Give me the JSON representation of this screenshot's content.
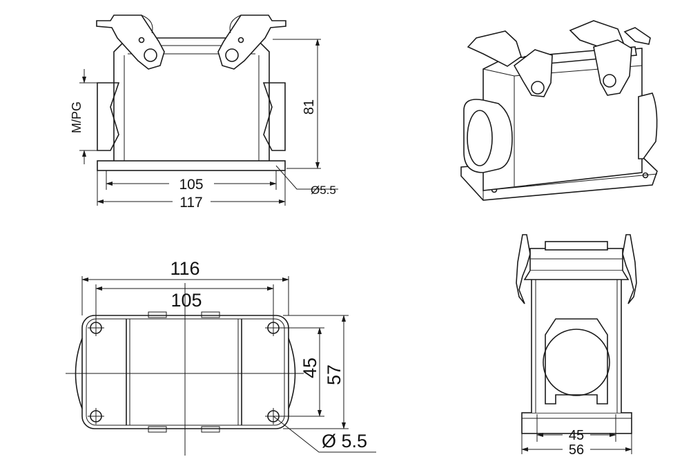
{
  "front_view": {
    "dim_height": "81",
    "dim_inner_width": "105",
    "dim_outer_width": "117",
    "hole_label": "Ø5.5",
    "thread_label": "M/PG"
  },
  "top_view": {
    "dim_outer_width": "116",
    "dim_inner_width": "105",
    "dim_inner_height": "45",
    "dim_outer_height": "57",
    "hole_label": "Ø 5.5"
  },
  "side_view": {
    "dim_inner_width": "45",
    "dim_outer_width": "56"
  }
}
